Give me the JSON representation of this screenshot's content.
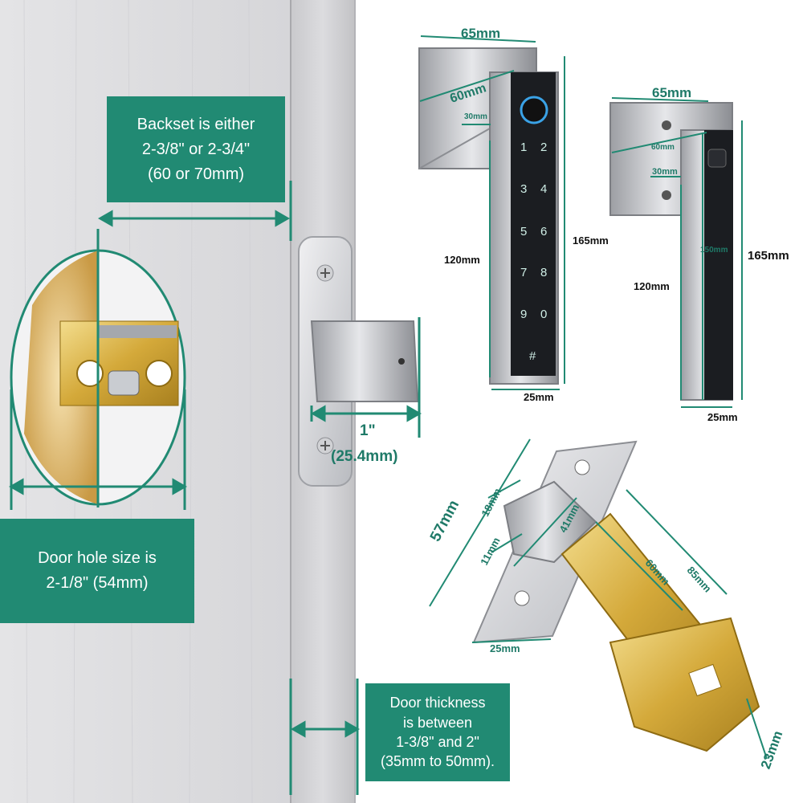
{
  "callouts": {
    "backset": [
      "Backset is either",
      "2-3/8\" or 2-3/4\"",
      "(60 or 70mm)"
    ],
    "hole": [
      "Door hole size is",
      "2-1/8\" (54mm)"
    ],
    "thickness": [
      "Door thickness",
      "is between",
      "1-3/8\" and 2\"",
      "(35mm to 50mm)."
    ]
  },
  "latch_bolt": {
    "in": "1\"",
    "mm": "(25.4mm)"
  },
  "handle_front": {
    "keys": [
      "1",
      "2",
      "3",
      "4",
      "5",
      "6",
      "7",
      "8",
      "9",
      "0",
      "#"
    ],
    "width_top": "65mm",
    "depth": "60mm",
    "neck": "30mm",
    "drop": "120mm",
    "height": "165mm",
    "width_bottom": "25mm"
  },
  "handle_back": {
    "width_top": "65mm",
    "depth": "60mm",
    "neck": "30mm",
    "drop": "120mm",
    "inner": "150mm",
    "height": "165mm",
    "width_bottom": "25mm"
  },
  "latch": {
    "length": "57mm",
    "upper": "18mm",
    "lower": "11mm",
    "hub": "41mm",
    "plate": "25mm",
    "backset60": "60mm",
    "backset85": "85mm",
    "body": "23mm"
  },
  "colors": {
    "teal": "#218a73",
    "dim_teal": "#1f7a68",
    "brass": "#d8b347",
    "keypad": "#1b1d21"
  }
}
